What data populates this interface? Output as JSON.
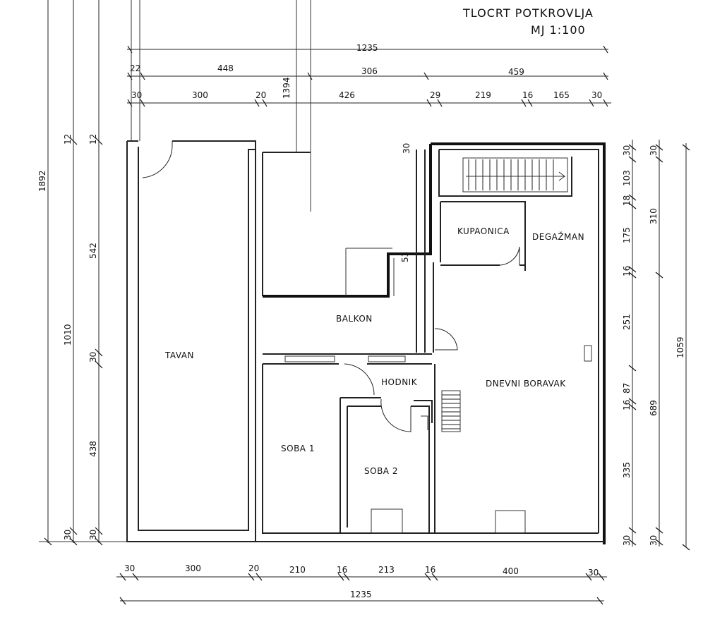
{
  "title": {
    "line1": "TLOCRT POTKROVLJA",
    "line2": "MJ    1:100"
  },
  "rooms": {
    "tavan": "TAVAN",
    "balkon": "BALKON",
    "kupaonica": "KUPAONICA",
    "degazman": "DEGAŽMAN",
    "hodnik": "HODNIK",
    "dnevni": "DNEVNI BORAVAK",
    "soba1": "SOBA 1",
    "soba2": "SOBA 2"
  },
  "dims_top": {
    "overall": "1235",
    "row2": [
      "22",
      "448",
      "306",
      "459"
    ],
    "row3": [
      "30",
      "300",
      "20",
      "426",
      "29",
      "219",
      "16",
      "165",
      "30"
    ],
    "vertical_1394": "1394"
  },
  "dims_bottom": {
    "row1": [
      "30",
      "300",
      "20",
      "210",
      "16",
      "213",
      "16",
      "400",
      "30"
    ],
    "overall": "1235"
  },
  "dims_left": {
    "outer": "1892",
    "col2": [
      "12",
      "1010",
      "30"
    ],
    "col3": [
      "12",
      "542",
      "30",
      "438",
      "30"
    ],
    "marker_53": "53",
    "marker_30b": "30"
  },
  "dims_right": {
    "col1": [
      "30",
      "103",
      "18",
      "175",
      "16",
      "251",
      "87",
      "16",
      "335",
      "30"
    ],
    "col2": [
      "30",
      "310",
      "689",
      "30"
    ],
    "col3": "1059"
  }
}
